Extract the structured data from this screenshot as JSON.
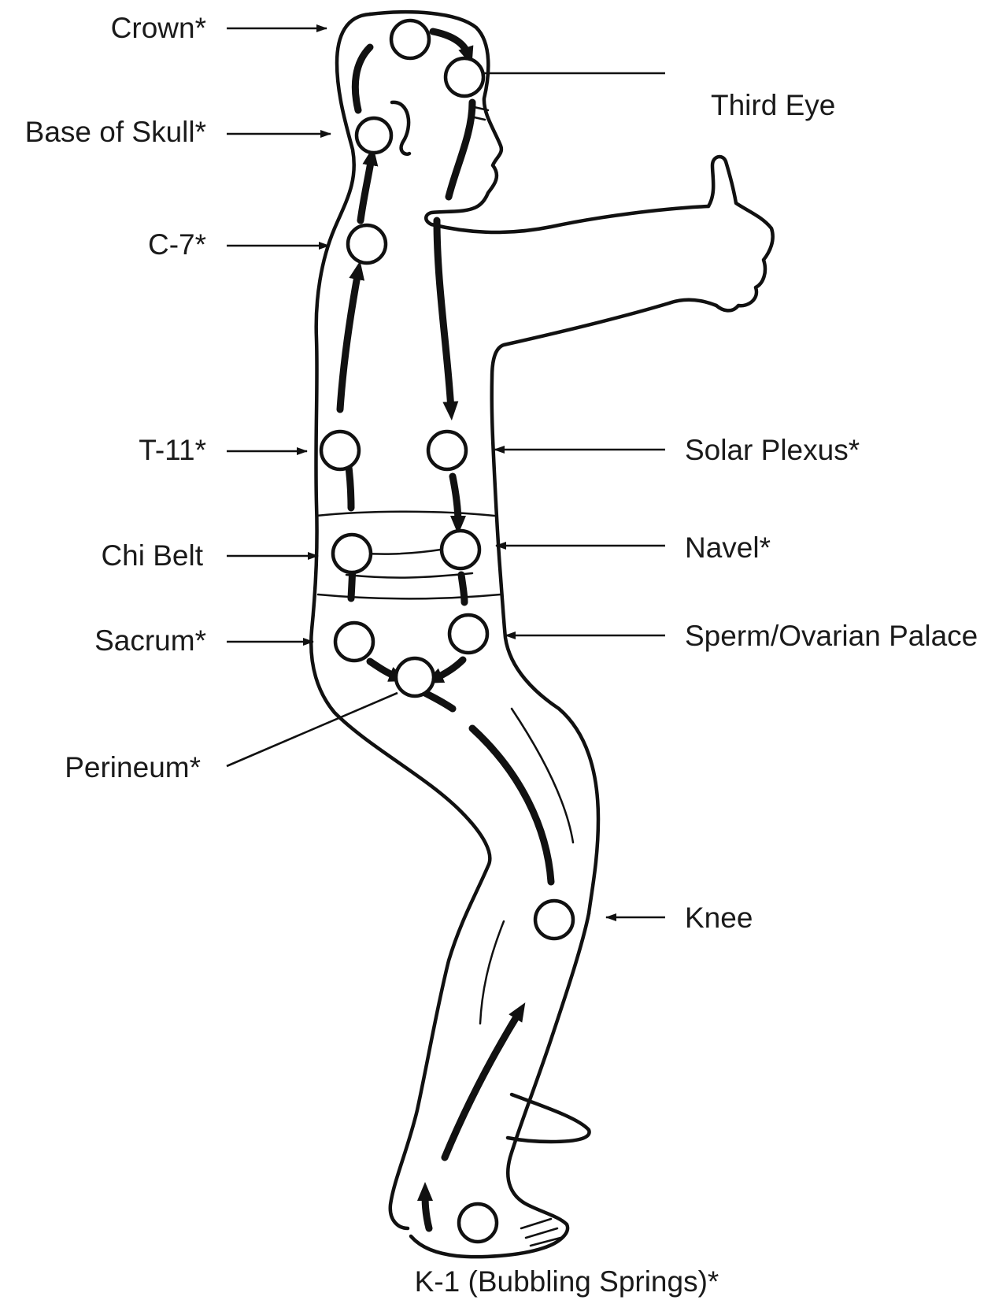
{
  "labels": {
    "crown": "Crown*",
    "third_eye": "Third Eye",
    "base_of_skull": "Base of Skull*",
    "c7": "C-7*",
    "t11": "T-11*",
    "solar_plexus": "Solar Plexus*",
    "chi_belt": "Chi Belt",
    "navel": "Navel*",
    "sacrum": "Sacrum*",
    "sperm_ovarian_palace": "Sperm/Ovarian Palace",
    "perineum": "Perineum*",
    "knee": "Knee",
    "k1": "K-1 (Bubbling Springs)*"
  }
}
